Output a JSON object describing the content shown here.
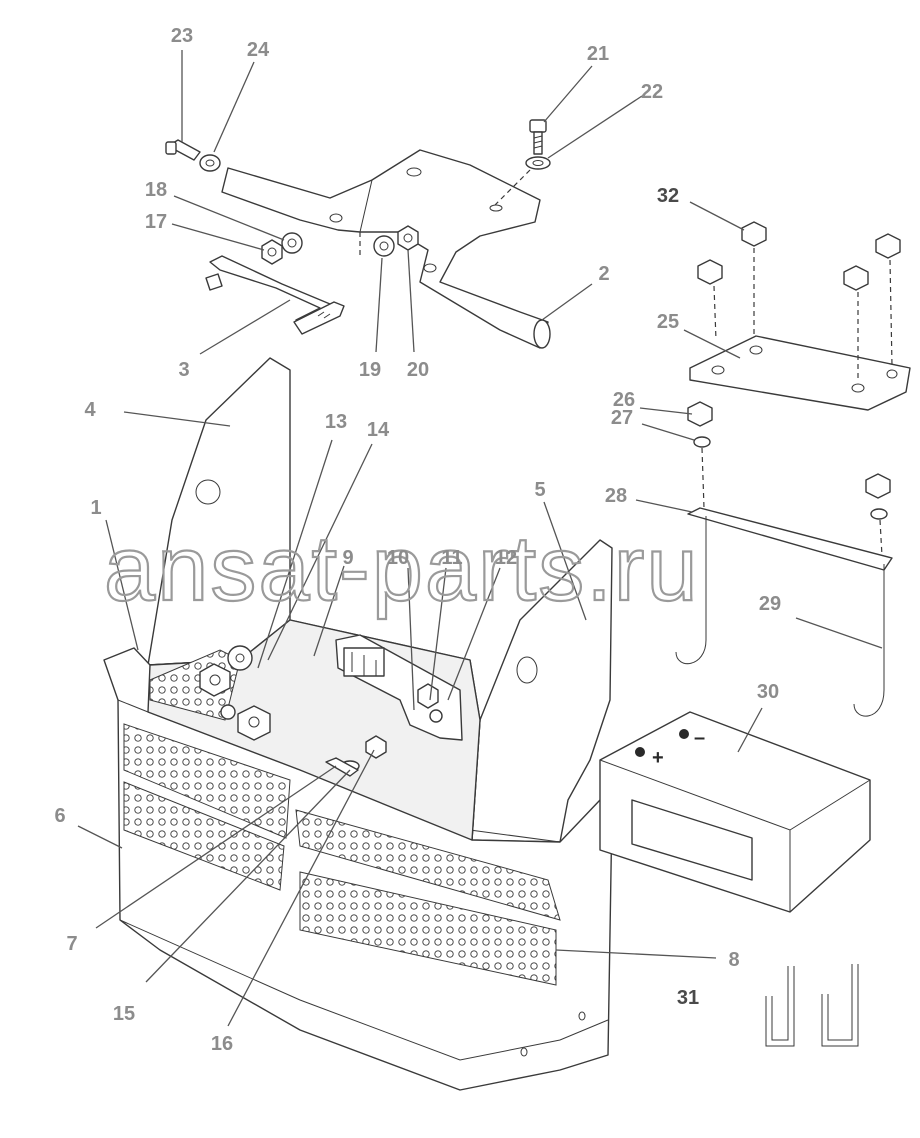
{
  "watermark": "ansat-parts.ru",
  "battery": {
    "plus": "+",
    "minus": "–"
  },
  "callouts": [
    {
      "id": "c1",
      "label": "1"
    },
    {
      "id": "c2",
      "label": "2"
    },
    {
      "id": "c3",
      "label": "3"
    },
    {
      "id": "c4",
      "label": "4"
    },
    {
      "id": "c5",
      "label": "5"
    },
    {
      "id": "c6",
      "label": "6"
    },
    {
      "id": "c7",
      "label": "7"
    },
    {
      "id": "c8",
      "label": "8"
    },
    {
      "id": "c9",
      "label": "9"
    },
    {
      "id": "c10",
      "label": "10"
    },
    {
      "id": "c11",
      "label": "11"
    },
    {
      "id": "c12",
      "label": "12"
    },
    {
      "id": "c13",
      "label": "13"
    },
    {
      "id": "c14",
      "label": "14"
    },
    {
      "id": "c15",
      "label": "15"
    },
    {
      "id": "c16",
      "label": "16"
    },
    {
      "id": "c17",
      "label": "17"
    },
    {
      "id": "c18",
      "label": "18"
    },
    {
      "id": "c19",
      "label": "19"
    },
    {
      "id": "c20",
      "label": "20"
    },
    {
      "id": "c21",
      "label": "21"
    },
    {
      "id": "c22",
      "label": "22"
    },
    {
      "id": "c23",
      "label": "23"
    },
    {
      "id": "c24",
      "label": "24"
    },
    {
      "id": "c25",
      "label": "25"
    },
    {
      "id": "c26",
      "label": "26"
    },
    {
      "id": "c27",
      "label": "27"
    },
    {
      "id": "c28",
      "label": "28"
    },
    {
      "id": "c29",
      "label": "29"
    },
    {
      "id": "c30",
      "label": "30"
    },
    {
      "id": "c31",
      "label": "31"
    },
    {
      "id": "c32",
      "label": "32"
    }
  ]
}
